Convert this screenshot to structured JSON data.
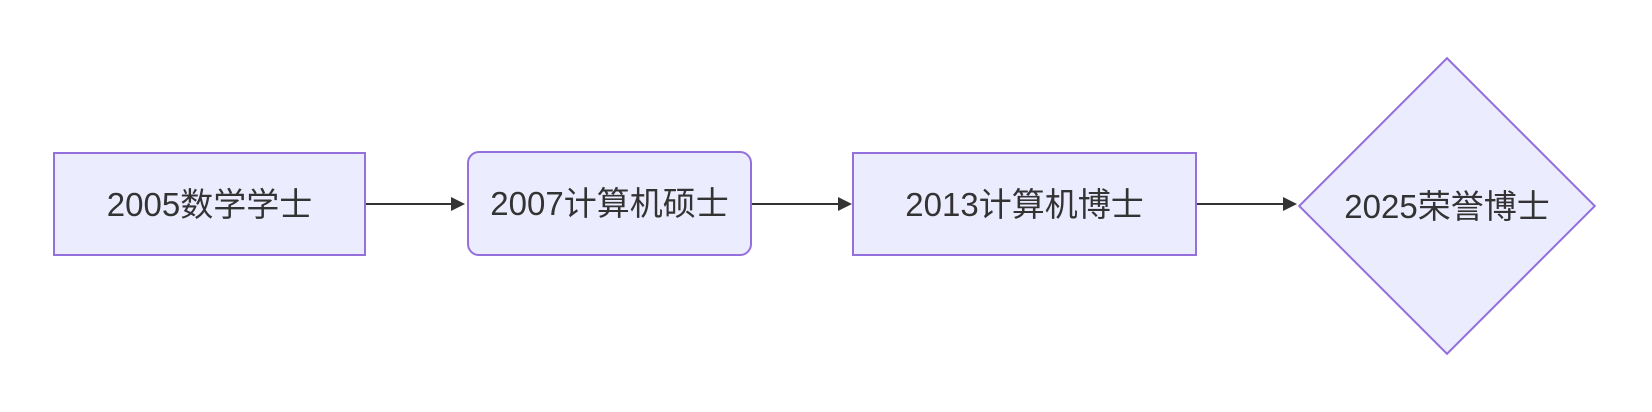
{
  "diagram": {
    "type": "flowchart",
    "direction": "left-to-right",
    "colors": {
      "background": "#ffffff",
      "node_fill": "#ECECFF",
      "node_border": "#9370DB",
      "arrow": "#333333",
      "text": "#333333"
    },
    "nodes": [
      {
        "id": "1",
        "label": "2005数学学士",
        "shape": "rectangle"
      },
      {
        "id": "2",
        "label": "2007计算机硕士",
        "shape": "rounded-rectangle"
      },
      {
        "id": "3",
        "label": "2013计算机博士",
        "shape": "rectangle"
      },
      {
        "id": "4",
        "label": "2025荣誉博士",
        "shape": "diamond"
      }
    ],
    "edges": [
      {
        "from": "2005数学学士",
        "to": "2007计算机硕士"
      },
      {
        "from": "2007计算机硕士",
        "to": "2013计算机博士"
      },
      {
        "from": "2013计算机博士",
        "to": "2025荣誉博士"
      }
    ]
  }
}
